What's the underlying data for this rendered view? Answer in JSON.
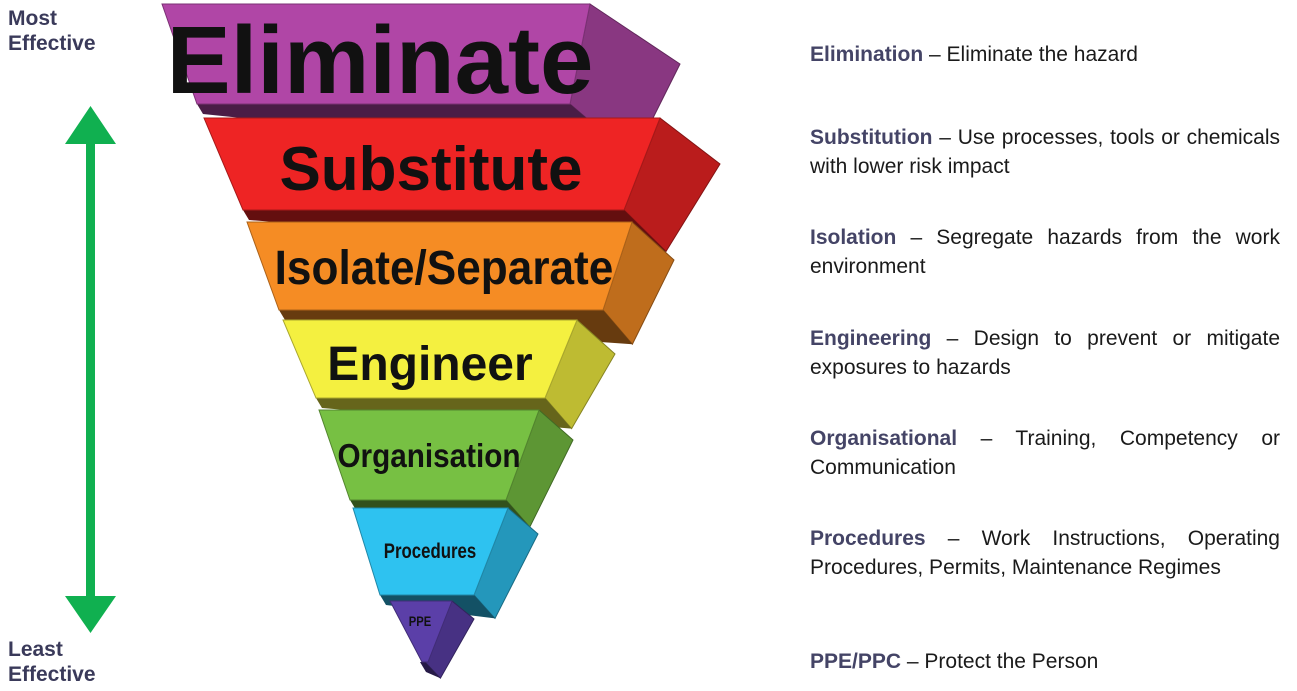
{
  "axis": {
    "top_label_line1": "Most",
    "top_label_line2": "Effective",
    "bottom_label_line1": "Least",
    "bottom_label_line2": "Effective",
    "arrow_color": "#10b050"
  },
  "pyramid": {
    "levels": [
      {
        "label": "Eliminate",
        "color": "#b046a6"
      },
      {
        "label": "Substitute",
        "color": "#ee2424"
      },
      {
        "label": "Isolate/Separate",
        "color": "#f58c24"
      },
      {
        "label": "Engineer",
        "color": "#f4f040"
      },
      {
        "label": "Organisation",
        "color": "#77c043"
      },
      {
        "label": "Procedures",
        "color": "#2ec2f0"
      },
      {
        "label": "PPE",
        "color": "#5b3fa8"
      }
    ]
  },
  "descriptions": [
    {
      "term": "Elimination",
      "sep": " – ",
      "text": "Eliminate the hazard"
    },
    {
      "term": "Substitution",
      "sep": " – ",
      "text": "Use processes, tools or chemicals with lower risk impact"
    },
    {
      "term": "Isolation",
      "sep": " – ",
      "text": "Segregate hazards from the work environment"
    },
    {
      "term": "Engineering",
      "sep": " – ",
      "text": "Design to prevent or mitigate exposures to hazards"
    },
    {
      "term": "Organisational",
      "sep": " – ",
      "text": "Training, Competency or Communication"
    },
    {
      "term": "Procedures",
      "sep": " – ",
      "text": "Work Instructions, Operating Procedures, Permits, Maintenance Regimes"
    },
    {
      "term": "PPE/PPC",
      "sep": " – ",
      "text": "Protect the Person"
    }
  ]
}
